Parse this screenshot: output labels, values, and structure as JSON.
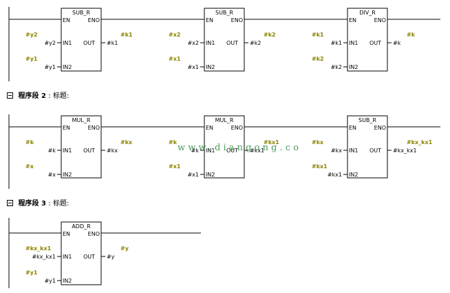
{
  "networks": [
    {
      "header": null,
      "blocks": [
        {
          "name": "SUB_R",
          "en": "EN",
          "eno": "ENO",
          "in1_label": "IN1",
          "in2_label": "IN2",
          "out_label": "OUT",
          "in1": "#y2",
          "in2": "#y1",
          "out": "#k1",
          "in1_var": "#y2",
          "in2_var": "#y1",
          "out_var": "#k1"
        },
        {
          "name": "SUB_R",
          "en": "EN",
          "eno": "ENO",
          "in1_label": "IN1",
          "in2_label": "IN2",
          "out_label": "OUT",
          "in1": "#x2",
          "in2": "#x1",
          "out": "#k2",
          "in1_var": "#x2",
          "in2_var": "#x1",
          "out_var": "#k2"
        },
        {
          "name": "DIV_R",
          "en": "EN",
          "eno": "ENO",
          "in1_label": "IN1",
          "in2_label": "IN2",
          "out_label": "OUT",
          "in1": "#k1",
          "in2": "#k2",
          "out": "#k",
          "in1_var": "#k1",
          "in2_var": "#k2",
          "out_var": "#k"
        }
      ]
    },
    {
      "header": {
        "prefix": "程序段",
        "number": "2",
        "suffix": ": 标题:"
      },
      "blocks": [
        {
          "name": "MUL_R",
          "en": "EN",
          "eno": "ENO",
          "in1_label": "IN1",
          "in2_label": "IN2",
          "out_label": "OUT",
          "in1": "#k",
          "in2": "#x",
          "out": "#kx",
          "in1_var": "#k",
          "in2_var": "#x",
          "out_var": "#kx"
        },
        {
          "name": "MUL_R",
          "en": "EN",
          "eno": "ENO",
          "in1_label": "IN1",
          "in2_label": "IN2",
          "out_label": "OUT",
          "in1": "#k",
          "in2": "#x1",
          "out": "#kx1",
          "in1_var": "#k",
          "in2_var": "#x1",
          "out_var": "#kx1"
        },
        {
          "name": "SUB_R",
          "en": "EN",
          "eno": "ENO",
          "in1_label": "IN1",
          "in2_label": "IN2",
          "out_label": "OUT",
          "in1": "#kx",
          "in2": "#kx1",
          "out": "#kx_kx1",
          "in1_var": "#kx",
          "in2_var": "#kx1",
          "out_var": "#kx_kx1"
        }
      ]
    },
    {
      "header": {
        "prefix": "程序段",
        "number": "3",
        "suffix": ": 标题:"
      },
      "blocks": [
        {
          "name": "ADD_R",
          "en": "EN",
          "eno": "ENO",
          "in1_label": "IN1",
          "in2_label": "IN2",
          "out_label": "OUT",
          "in1": "#kx_kx1",
          "in2": "#y1",
          "out": "#y",
          "in1_var": "#kx_kx1",
          "in2_var": "#y1",
          "out_var": "#y"
        }
      ]
    }
  ],
  "watermark": "w w w . d i a n g o n g . c o",
  "colors": {
    "variable": "#8a8400",
    "watermark": "#2a8a3a"
  }
}
